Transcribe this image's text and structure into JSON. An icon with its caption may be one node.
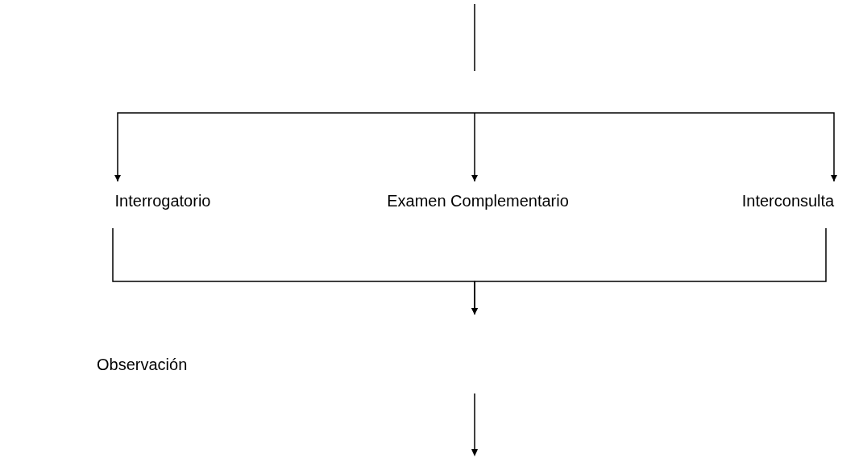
{
  "diagram": {
    "nodes": [
      {
        "text": [
          "Interrogatorio"
        ]
      },
      {
        "text": [
          "Examen Complementario"
        ]
      },
      {
        "text": [
          "Interconsulta"
        ]
      }
    ],
    "edges": [
      {
        "from": null,
        "to": 0,
        "arrow": "to"
      },
      {
        "from": null,
        "to": 1,
        "arrow": "to"
      },
      {
        "from": null,
        "to": 2,
        "arrow": "to"
      },
      {
        "from": 0,
        "to": null,
        "arrow": "to"
      },
      {
        "from": 2,
        "to": null,
        "arrow": "to"
      }
    ],
    "labels": [
      "Observación"
    ]
  }
}
